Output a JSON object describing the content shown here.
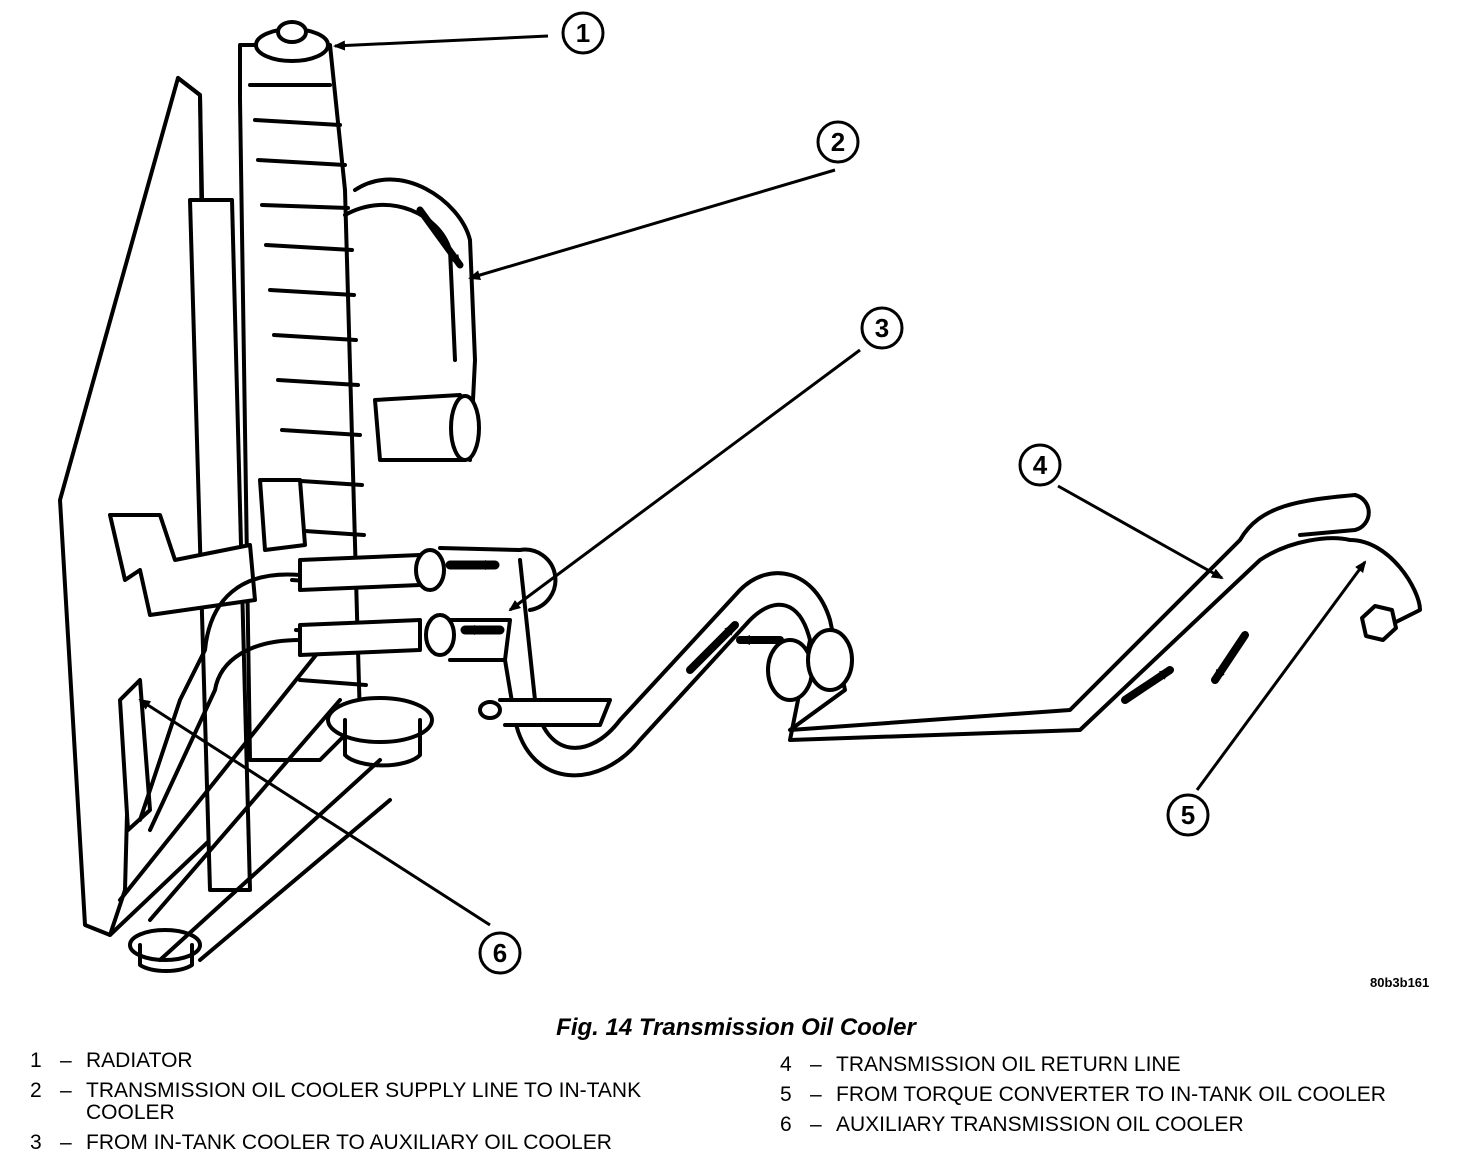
{
  "figure": {
    "image_code": "80b3b161",
    "caption": "Fig. 14 Transmission Oil Cooler",
    "callouts": [
      "1",
      "2",
      "3",
      "4",
      "5",
      "6"
    ]
  },
  "legend": [
    {
      "num": "1",
      "dash": "–",
      "text": "RADIATOR"
    },
    {
      "num": "2",
      "dash": "–",
      "text": "TRANSMISSION OIL COOLER SUPPLY LINE TO IN-TANK COOLER"
    },
    {
      "num": "3",
      "dash": "–",
      "text": "FROM IN-TANK COOLER TO AUXILIARY OIL COOLER"
    },
    {
      "num": "4",
      "dash": "–",
      "text": "TRANSMISSION OIL RETURN LINE"
    },
    {
      "num": "5",
      "dash": "–",
      "text": "FROM TORQUE CONVERTER TO IN-TANK OIL COOLER"
    },
    {
      "num": "6",
      "dash": "–",
      "text": "AUXILIARY TRANSMISSION OIL COOLER"
    }
  ]
}
